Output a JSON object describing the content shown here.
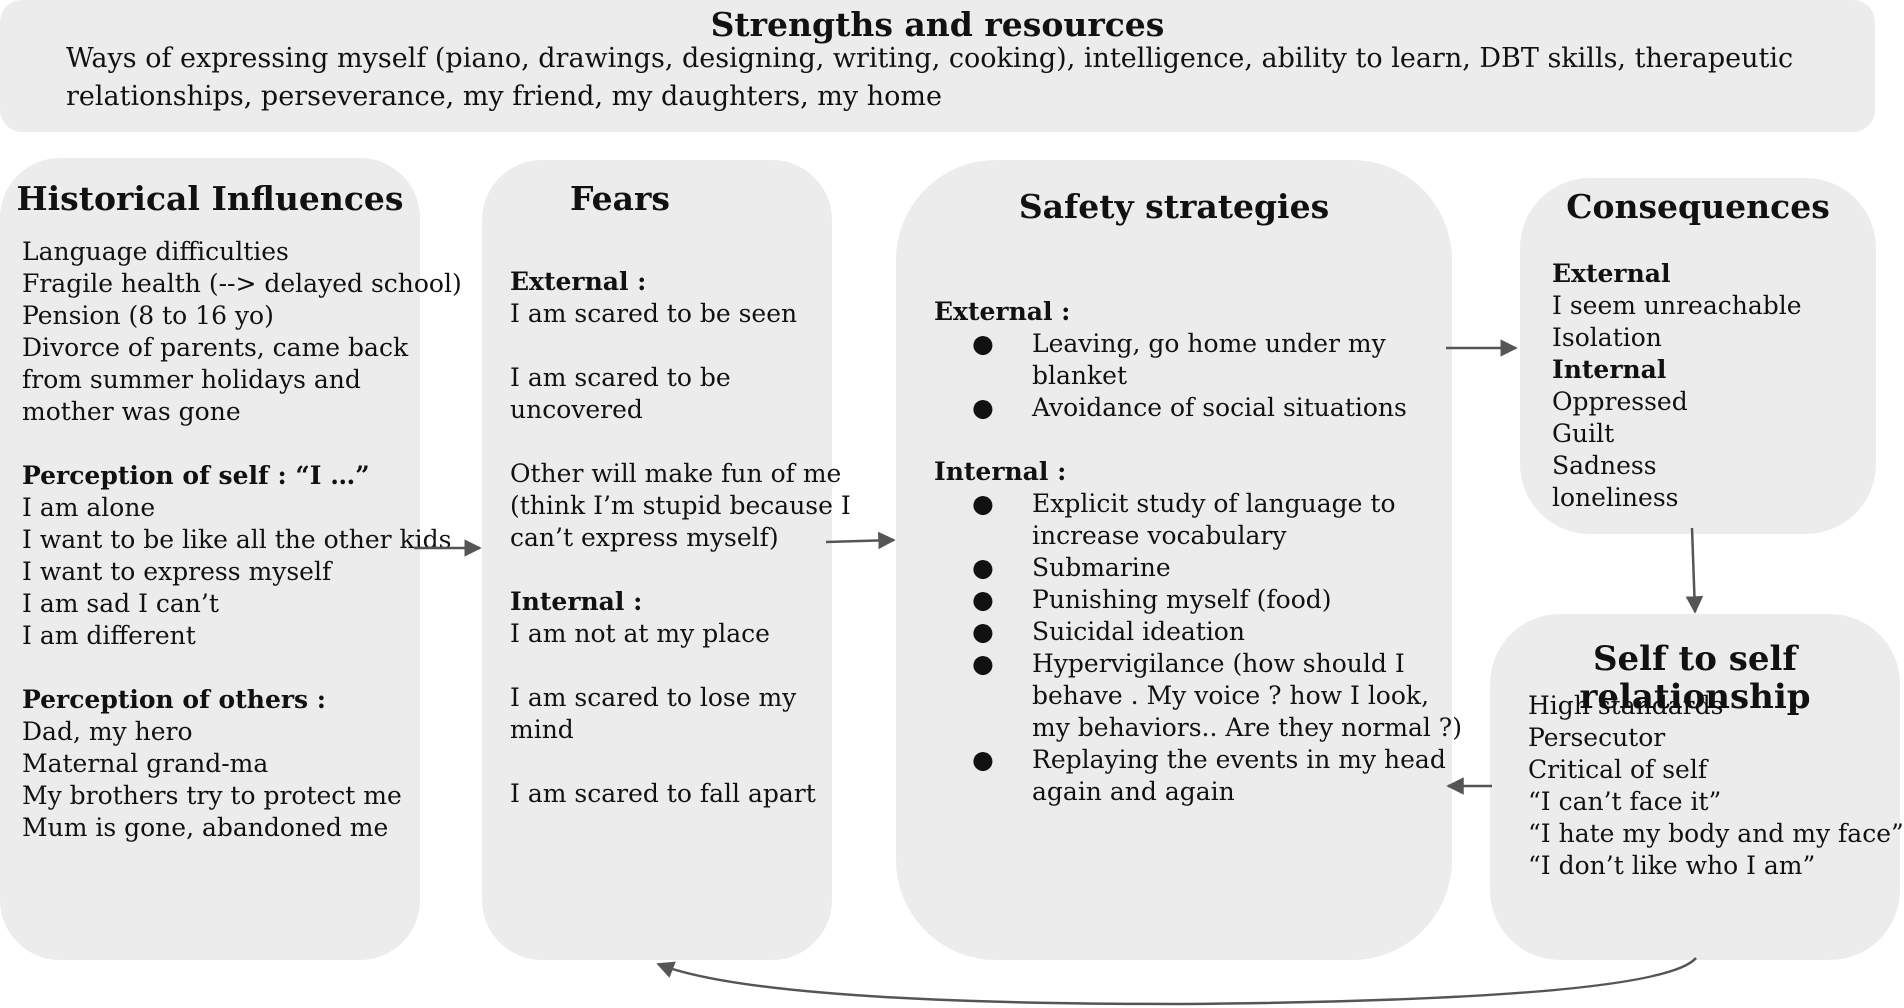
{
  "strengths": {
    "title": "Strengths and resources",
    "lines": [
      "Ways of expressing myself (piano, drawings, designing, writing, cooking), intelligence, ability to learn, DBT skills, therapeutic",
      "relationships, perseverance, my friend, my daughters, my home"
    ]
  },
  "historical": {
    "title": "Historical Influences",
    "lines": [
      "Language difficulties",
      "Fragile health (--> delayed school)",
      "Pension (8 to 16 yo)",
      "Divorce of parents, came back",
      "from summer holidays and",
      "mother was gone"
    ],
    "self_heading": "Perception of self : “I …”",
    "self_lines": [
      "I am alone",
      "I want to be like all the other kids",
      "I want to express myself",
      "I am sad I can’t",
      "I am different"
    ],
    "others_heading": "Perception of others :",
    "others_lines": [
      "Dad, my hero",
      "Maternal grand-ma",
      "My brothers try to protect me",
      "Mum is gone, abandoned me"
    ]
  },
  "fears": {
    "title": "Fears",
    "external_heading": "External :",
    "ext1": "I am scared to be seen",
    "ext2": [
      "I am scared to be",
      "uncovered"
    ],
    "ext3": [
      "Other will make fun of me",
      "(think I’m stupid because I",
      "can’t express myself)"
    ],
    "internal_heading": "Internal :",
    "int1": "I am not at my place",
    "int2": [
      "I am scared to lose my",
      "mind"
    ],
    "int3": "I am scared to fall apart"
  },
  "safety": {
    "title": "Safety strategies",
    "external_heading": "External :",
    "external_items": [
      [
        "Leaving, go home under my",
        "blanket"
      ],
      [
        "Avoidance of social situations"
      ]
    ],
    "internal_heading": "Internal :",
    "internal_items": [
      [
        "Explicit study of language to",
        "increase vocabulary"
      ],
      [
        "Submarine"
      ],
      [
        "Punishing myself (food)"
      ],
      [
        "Suicidal ideation"
      ],
      [
        "Hypervigilance (how should I",
        "behave . My voice ? how I look,",
        "my behaviors.. Are they normal ?)"
      ],
      [
        "Replaying the events in my head",
        "again and again"
      ]
    ],
    "bullet_char": "●"
  },
  "consequences": {
    "title": "Consequences",
    "external_heading": "External",
    "external_lines": [
      "I seem unreachable",
      "Isolation"
    ],
    "internal_heading": "Internal",
    "internal_lines": [
      "Oppressed",
      "Guilt",
      "Sadness",
      "loneliness"
    ]
  },
  "self_relationship": {
    "title": "Self to self relationship",
    "lines": [
      "High standards",
      "Persecutor",
      "Critical of self",
      "“I can’t face it”",
      "“I hate my body and my face”",
      "“I don’t like who I am”"
    ]
  },
  "colors": {
    "box_fill": "#ececec",
    "arrow": "#555555"
  }
}
